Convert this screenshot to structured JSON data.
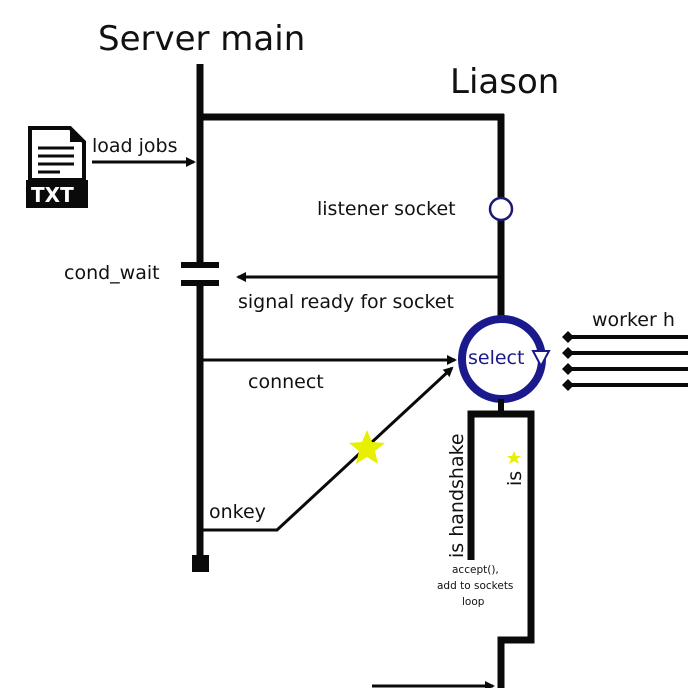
{
  "titles": {
    "server_main": "Server main",
    "liason": "Liason"
  },
  "labels": {
    "load_jobs": "load jobs",
    "listener_socket": "listener socket",
    "cond_wait": "cond_wait",
    "signal_ready": "signal ready for socket",
    "connect": "connect",
    "onkey": "onkey",
    "select": "select",
    "worker": "worker h",
    "is_handshake": "is handshake",
    "is": "is",
    "accept_line1": "accept(),",
    "accept_line2": "add to sockets",
    "accept_line3": "loop"
  },
  "icons": {
    "file": "txt-file-icon",
    "file_text": "TXT",
    "star": "star-icon"
  },
  "colors": {
    "line": "#0a0a0a",
    "select_ring": "#1a1a8c",
    "select_text": "#1a1a8c",
    "star": "#e6f000",
    "socket_ring": "#1a1a6e"
  }
}
